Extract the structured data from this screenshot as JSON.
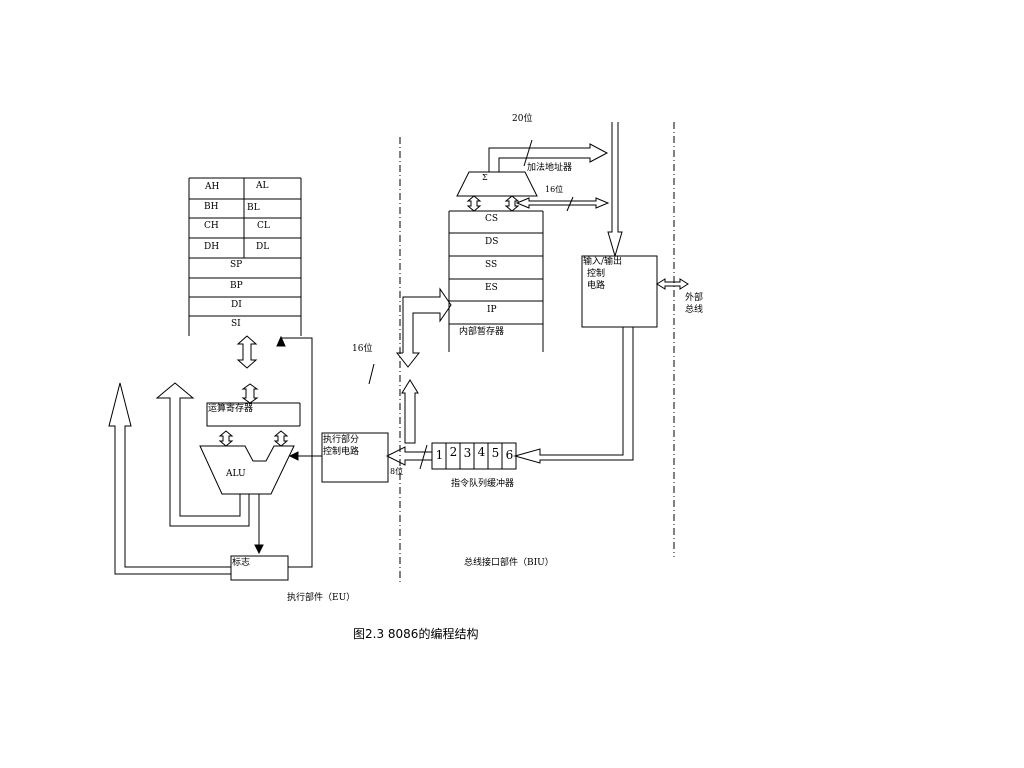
{
  "registers": {
    "pairs": [
      {
        "high": "AH",
        "low": "AL"
      },
      {
        "high": "BH",
        "low": "BL"
      },
      {
        "high": "CH",
        "low": "CL"
      },
      {
        "high": "DH",
        "low": "DL"
      }
    ],
    "pointer_index": [
      "SP",
      "BP",
      "DI",
      "SI"
    ]
  },
  "segments": {
    "items": [
      "CS",
      "DS",
      "SS",
      "ES",
      "IP"
    ],
    "internal_label": "内部暂存器"
  },
  "adder": {
    "symbol": "Σ",
    "label": "加法地址器"
  },
  "width_labels": {
    "addr20": "20位",
    "bus16_top": "16位",
    "bus16_left": "16位",
    "bus8": "8位"
  },
  "io": {
    "line1": "输入/输出",
    "line2": "控制",
    "line3": "电路"
  },
  "external_bus": {
    "line1": "外部",
    "line2": "总线"
  },
  "alu": {
    "temp_reg": "运算寄存器",
    "label": "ALU",
    "flags": "标志"
  },
  "eu_control": {
    "line1": "执行部分",
    "line2": "控制电路"
  },
  "queue": {
    "cells": [
      "1",
      "2",
      "3",
      "4",
      "5",
      "6"
    ],
    "label": "指令队列缓冲器"
  },
  "sections": {
    "eu": "执行部件（EU）",
    "biu": "总线接口部件（BIU）"
  },
  "caption": "图2.3 8086的编程结构"
}
